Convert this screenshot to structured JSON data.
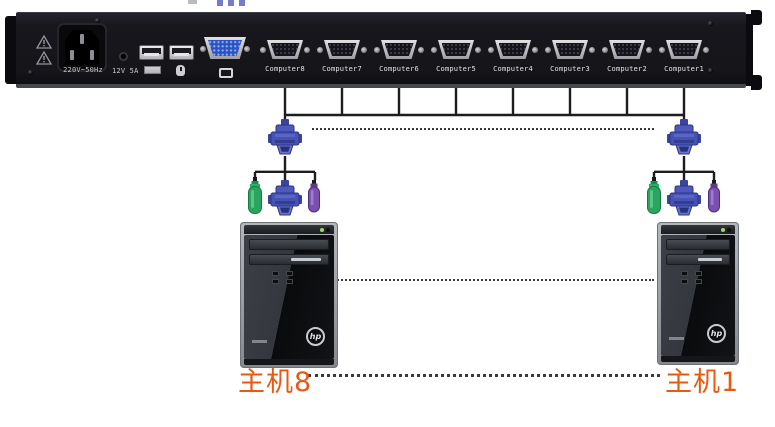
{
  "panel": {
    "power_socket_label": "220V~50Hz",
    "dc_power_label": "12V 5A",
    "port_labels": [
      "Computer8",
      "Computer7",
      "Computer6",
      "Computer5",
      "Computer4",
      "Computer3",
      "Computer2",
      "Computer1"
    ]
  },
  "hosts": {
    "left_label": "主机8",
    "right_label": "主机1",
    "logo_text": "hp"
  },
  "colors": {
    "panel_black": "#17171c",
    "console_vga_blue": "#2d53c3",
    "plug_blue": "#4a56b8",
    "ps2_green": "#2aa45e",
    "ps2_purple": "#7b50ae",
    "host_label_orange": "#e85a12"
  }
}
